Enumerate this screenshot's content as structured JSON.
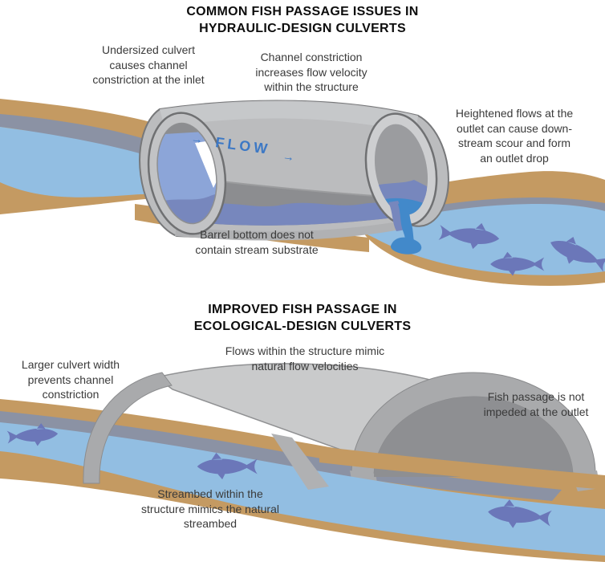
{
  "top_section": {
    "title": [
      "COMMON FISH PASSAGE ISSUES IN",
      "HYDRAULIC-DESIGN CULVERTS"
    ],
    "label_inlet": [
      "Undersized culvert",
      "causes channel",
      "constriction at the inlet"
    ],
    "label_constriction": [
      "Channel constriction",
      "increases flow velocity",
      "within the structure"
    ],
    "label_outlet": [
      "Heightened flows at the",
      "outlet can cause down-",
      "stream scour and form",
      "an outlet drop"
    ],
    "label_barrel": [
      "Barrel bottom does not",
      "contain stream substrate"
    ],
    "flow_word": "FLOW",
    "flow_arrow": "→"
  },
  "bottom_section": {
    "title": [
      "IMPROVED FISH PASSAGE IN",
      "ECOLOGICAL-DESIGN CULVERTS"
    ],
    "label_width": [
      "Larger culvert width",
      "prevents channel",
      "constriction"
    ],
    "label_flows": [
      "Flows within the structure mimic",
      "natural flow velocities"
    ],
    "label_outlet": [
      "Fish passage is not",
      "impeded at the outlet"
    ],
    "label_streambed": [
      "Streambed within the",
      "structure mimics the natural",
      "streambed"
    ]
  },
  "colors": {
    "bank": "#c49a62",
    "water": "#92bee2",
    "water_shadow": "#8b92a4",
    "fish": "#6b77b9",
    "pipe_body": "#bbbcbe",
    "pipe_highlight": "#c8c9cb",
    "pipe_interior": "#8c8d90",
    "pipe_ring": "#cdced0",
    "inlet_ring": "#c2c3c5",
    "inlet_water": "#8ca5d8",
    "inside_water": "#7787bd",
    "drop_water": "#4289ca",
    "arch_body": "#c9cacb",
    "arch_rib": "#a9aaac",
    "arch_dark": "#8e8f92",
    "flow_text": "#3c78c5"
  }
}
